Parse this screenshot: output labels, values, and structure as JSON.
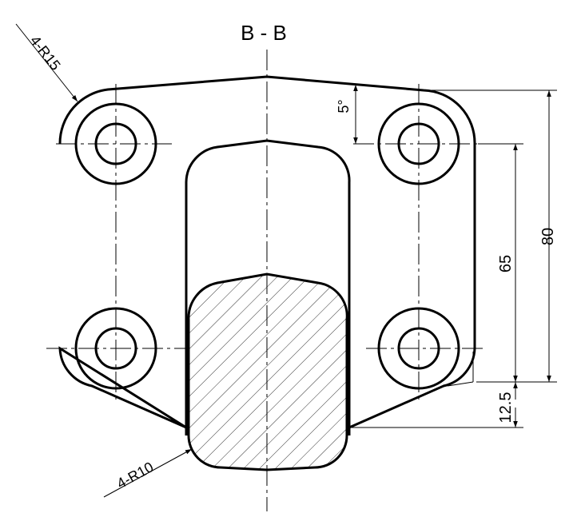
{
  "title": "B - B",
  "labels": {
    "outer_radius": "4-R15",
    "inner_radius": "4-R10",
    "angle": "5°",
    "dim_80": "80",
    "dim_65": "65",
    "dim_12_5": "12.5"
  },
  "colors": {
    "line": "#000000",
    "background": "#ffffff"
  }
}
